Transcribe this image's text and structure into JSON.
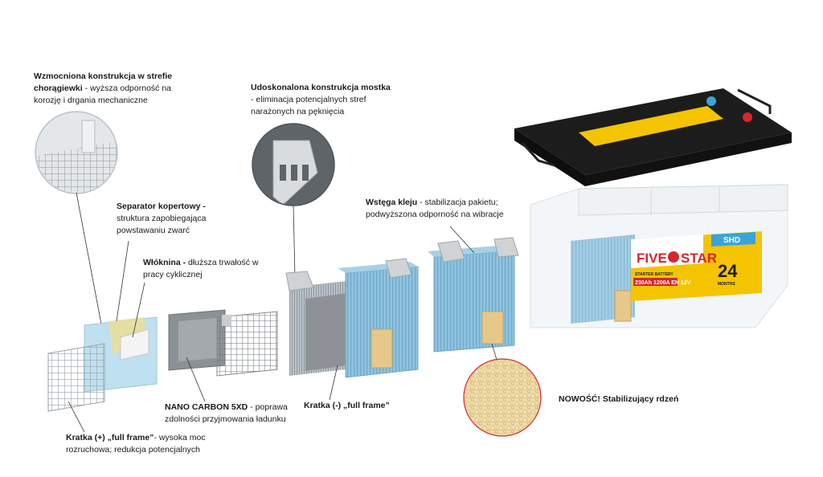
{
  "captions": {
    "flag": {
      "bold": "Wzmocniona konstrukcja w strefie chorągiewki",
      "rest": " - wyższa odporność na korozję i drgania mechaniczne"
    },
    "bridge": {
      "bold": "Udoskonalona konstrukcja mostka",
      "rest": " - eliminacja potencjalnych stref narażonych na pęknięcia"
    },
    "separator": {
      "bold": "Separator kopertowy -",
      "rest": " struktura zapobiegająca powstawaniu zwarć"
    },
    "fiber": {
      "bold": "Włóknina -",
      "rest": " dłuższa trwałość w pracy cyklicznej"
    },
    "glue": {
      "bold": "Wstęga kleju",
      "rest": " - stabilizacja pakietu; podwyższona odporność na wibracje"
    },
    "nano": {
      "bold": "NANO CARBON 5XD",
      "rest": " - poprawa zdolności przyjmowania ładunku"
    },
    "grid_neg": {
      "bold": "Kratka (-) „full frame”",
      "rest": ""
    },
    "grid_pos": {
      "bold": "Kratka (+) „full frame”",
      "rest": "- wysoka moc rozruchowa; redukcja potencjalnych"
    },
    "core": {
      "bold": "NOWOŚĆ! Stabilizujący rdzeń",
      "rest": ""
    }
  },
  "battery": {
    "brand_left": "FIVE",
    "brand_right": "STAR",
    "model": "SHD",
    "warranty_number": "24",
    "warranty_unit": "MONTHS",
    "type_line": "STARTER BATTERY",
    "spec": "230Ah 1200A EN 12V",
    "spec_capacity": "230Ah",
    "spec_current": "1200A",
    "spec_voltage": "12V"
  },
  "colors": {
    "label_yellow": "#f5c400",
    "brand_red": "#d7262b",
    "brand_blue": "#3aa4d8",
    "plate_blue": "#8fc3df",
    "core_tan": "#e6c98a",
    "lid_black": "#1c1c1c"
  }
}
